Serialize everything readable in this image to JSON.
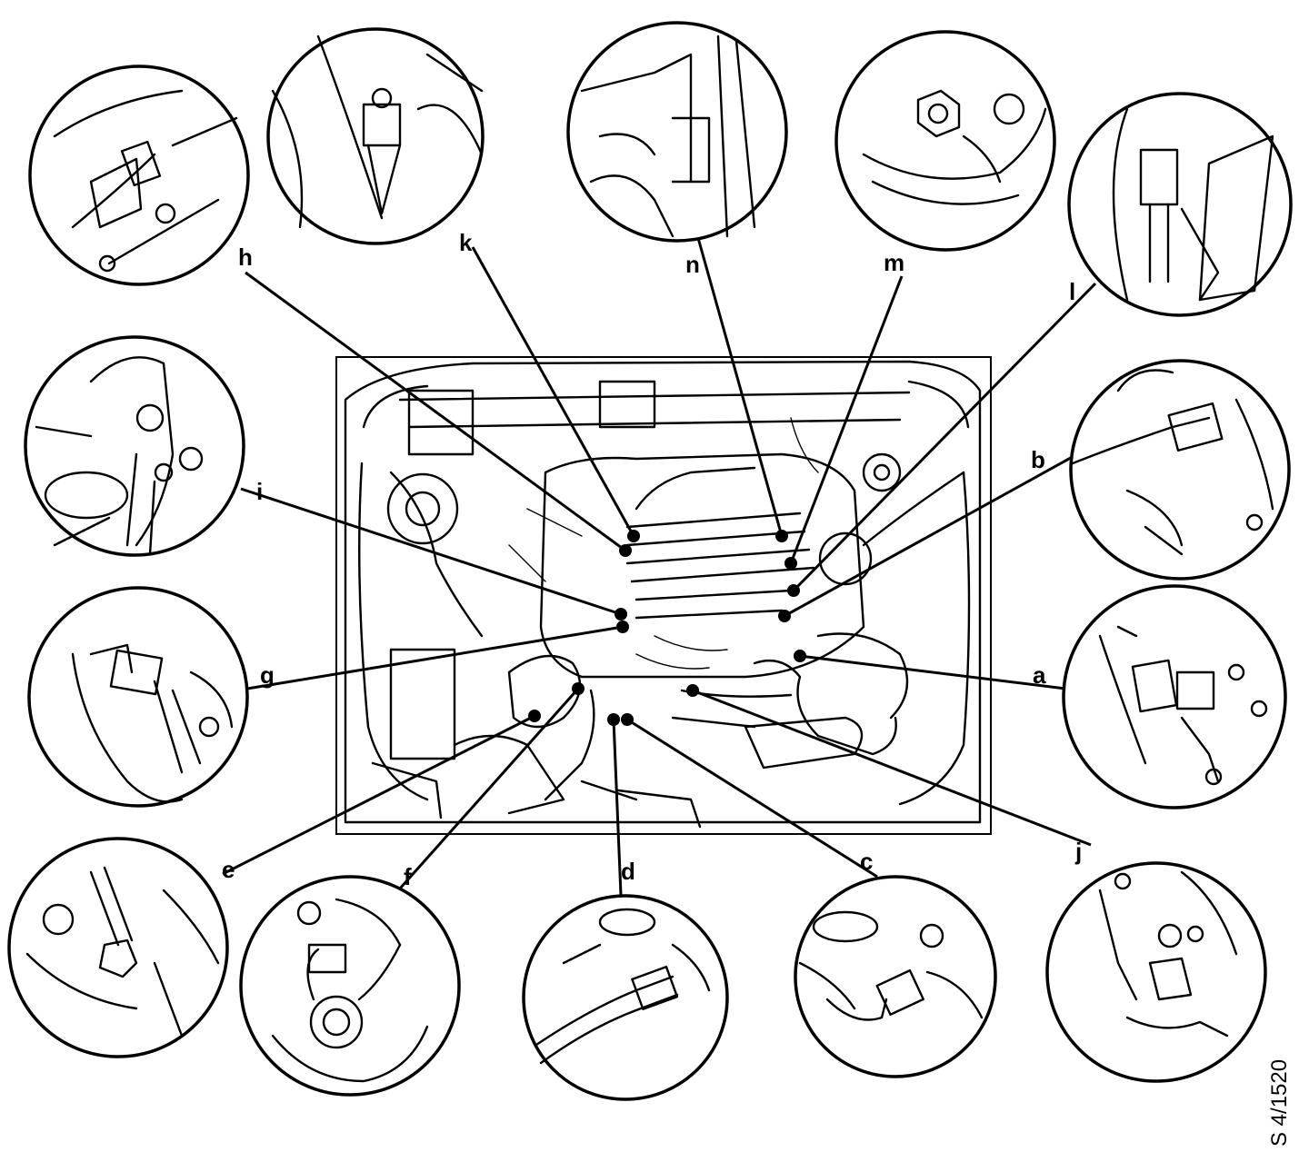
{
  "figure_reference": "S 4/1520",
  "callouts": [
    {
      "id": "h",
      "label": "h"
    },
    {
      "id": "k",
      "label": "k"
    },
    {
      "id": "n",
      "label": "n"
    },
    {
      "id": "m",
      "label": "m"
    },
    {
      "id": "l",
      "label": "l"
    },
    {
      "id": "b",
      "label": "b"
    },
    {
      "id": "i",
      "label": "i"
    },
    {
      "id": "g",
      "label": "g"
    },
    {
      "id": "a",
      "label": "a"
    },
    {
      "id": "e",
      "label": "e"
    },
    {
      "id": "f",
      "label": "f"
    },
    {
      "id": "d",
      "label": "d"
    },
    {
      "id": "c",
      "label": "c"
    },
    {
      "id": "j",
      "label": "j"
    }
  ]
}
